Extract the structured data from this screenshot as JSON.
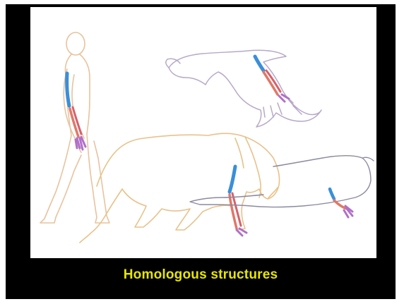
{
  "caption": "Homologous structures",
  "colors": {
    "slide_background": "#000000",
    "panel_background": "#ffffff",
    "caption_text": "#e6e600",
    "human_outline": "#e8c39e",
    "lion_outline": "#e8c28a",
    "bird_outline": "#b8a8c8",
    "seal_outline": "#8a8aa0",
    "humerus_bone": "#3a8fd8",
    "forearm_bones": "#e07868",
    "hand_bones": "#b070c8"
  },
  "figures": [
    {
      "animal": "human",
      "icon": "human-outline"
    },
    {
      "animal": "bird",
      "icon": "bird-wing-outline"
    },
    {
      "animal": "lion",
      "icon": "lion-outline"
    },
    {
      "animal": "seal",
      "icon": "seal-outline"
    }
  ]
}
